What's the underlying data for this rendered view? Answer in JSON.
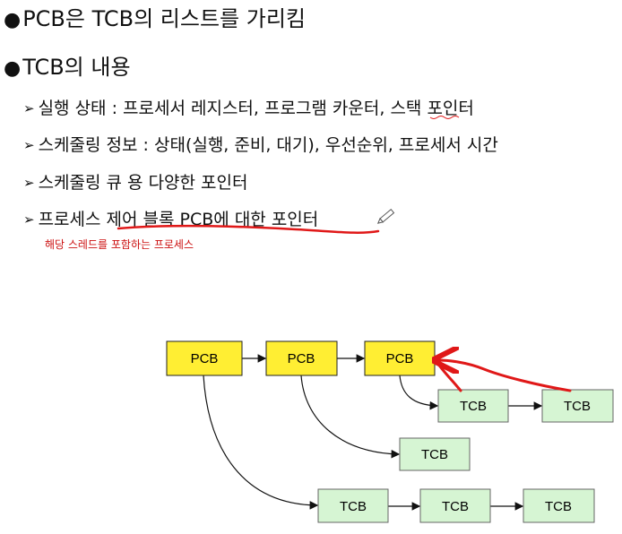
{
  "bullets": [
    {
      "text": "PCB은 TCB의 리스트를 가리킴"
    },
    {
      "text": "TCB의 내용"
    }
  ],
  "sub_items": [
    {
      "text": "실행 상태 : 프로세서 레지스터, 프로그램 카운터, 스택 포인터"
    },
    {
      "text": "스케줄링 정보 : 상태(실행, 준비, 대기), 우선순위, 프로세서 시간"
    },
    {
      "text": "스케줄링 큐 용 다양한 포인터"
    },
    {
      "text": "프로세스 제어 블록 PCB에 대한 포인터"
    }
  ],
  "annotation": "해당 스레드를 포함하는 프로세스",
  "diagram": {
    "pcb_label": "PCB",
    "tcb_label": "TCB",
    "colors": {
      "pcb_fill": "#ffee33",
      "tcb_fill": "#d6f5d3",
      "ink_red": "#e01818"
    }
  }
}
